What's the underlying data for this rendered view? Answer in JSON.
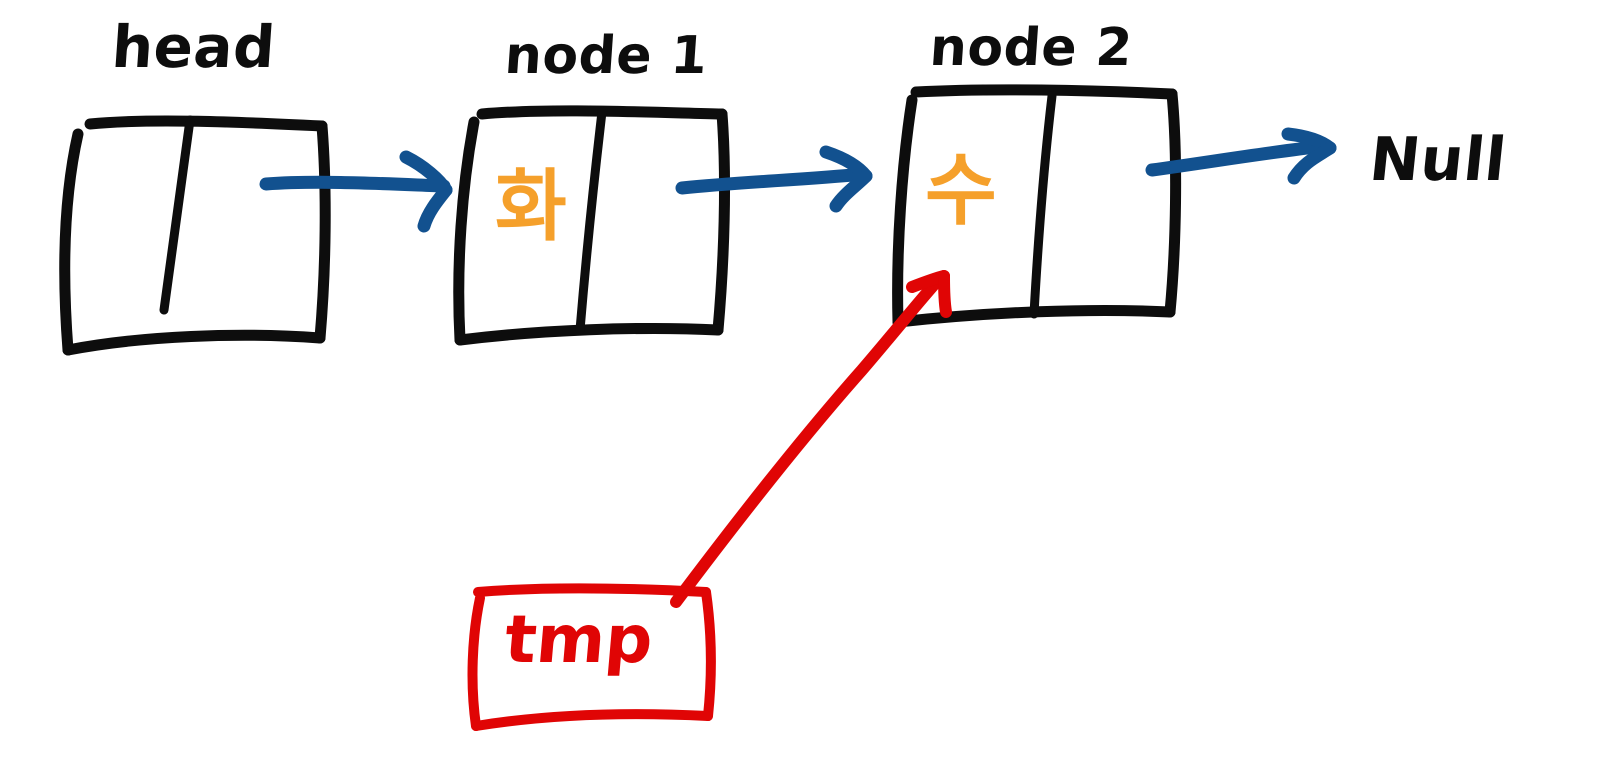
{
  "diagram": {
    "title": "singly linked list traversal with tmp pointer",
    "style": "hand-drawn whiteboard sketch",
    "background_color": "#ffffff",
    "colors": {
      "ink_black": "#0d0d0d",
      "pointer_blue": "#12518f",
      "data_orange": "#f5a02b",
      "tmp_red": "#e00505"
    }
  },
  "labels": {
    "head": "head",
    "node1": "node 1",
    "node2": "node 2",
    "null": "Null",
    "tmp": "tmp"
  },
  "nodes": [
    {
      "id": "head",
      "label": "head",
      "data_value": "",
      "has_data": false,
      "cells": [
        "data",
        "next"
      ]
    },
    {
      "id": "node1",
      "label": "node 1",
      "data_value": "화",
      "has_data": true,
      "cells": [
        "data",
        "next"
      ]
    },
    {
      "id": "node2",
      "label": "node 2",
      "data_value": "수",
      "has_data": true,
      "cells": [
        "data",
        "next"
      ]
    }
  ],
  "arrows": [
    {
      "id": "head-to-node1",
      "from": "head.next",
      "to": "node1",
      "color": "#12518f"
    },
    {
      "id": "node1-to-node2",
      "from": "node1.next",
      "to": "node2",
      "color": "#12518f"
    },
    {
      "id": "node2-to-null",
      "from": "node2.next",
      "to": "null",
      "color": "#12518f"
    },
    {
      "id": "tmp-to-node2",
      "from": "tmp",
      "to": "node2.data",
      "color": "#e00505"
    }
  ],
  "pointer_box": {
    "id": "tmp",
    "label": "tmp",
    "color": "#e00505",
    "points_to": "node 2"
  }
}
